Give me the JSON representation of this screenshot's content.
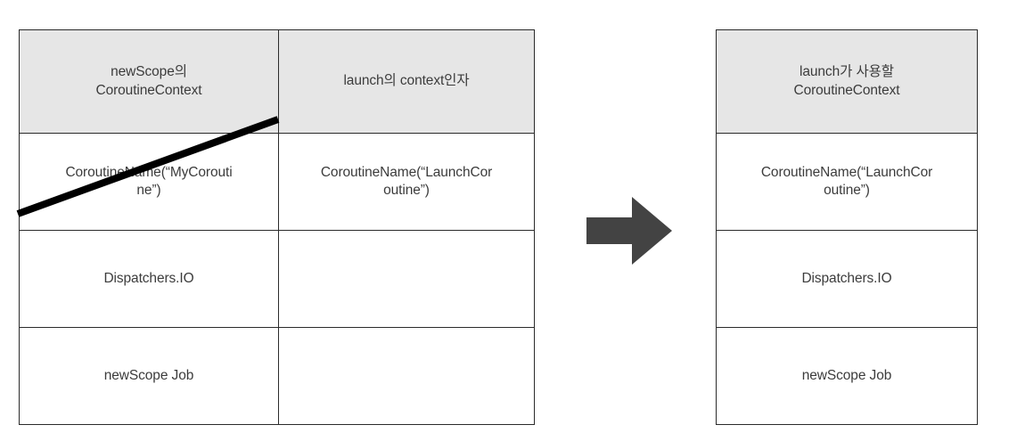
{
  "diagram": {
    "title": "CoroutineContext merge diagram",
    "colors": {
      "header_background": "#e6e6e6",
      "border": "#2b2b2b",
      "text": "#3c3c3c",
      "arrow": "#434343",
      "strike_line": "#000000",
      "page_background": "#ffffff"
    },
    "left_table": {
      "name": "newScope-context-vs-launch-argument",
      "headers": [
        "newScope의\nCoroutineContext",
        "launch의 context인자"
      ],
      "header_lines": [
        [
          "newScope의",
          "CoroutineContext"
        ],
        [
          "launch의 context인자"
        ]
      ],
      "rows": [
        {
          "left": "CoroutineName(“MyCorouti\nne”)",
          "left_lines": [
            "CoroutineName(“MyCorouti",
            "ne”)"
          ],
          "left_struck": true,
          "right": "CoroutineName(“LaunchCor\noutine”)",
          "right_lines": [
            "CoroutineName(“LaunchCor",
            "outine”)"
          ]
        },
        {
          "left": "Dispatchers.IO",
          "left_lines": [
            "Dispatchers.IO"
          ],
          "left_struck": false,
          "right": "",
          "right_lines": [
            ""
          ]
        },
        {
          "left": "newScope Job",
          "left_lines": [
            "newScope Job"
          ],
          "left_struck": false,
          "right": "",
          "right_lines": [
            ""
          ]
        }
      ]
    },
    "arrow": {
      "icon": "right-arrow-icon",
      "direction": "right",
      "color": "#434343"
    },
    "right_table": {
      "name": "launch-effective-context",
      "headers": [
        "launch가 사용할\nCoroutineContext"
      ],
      "header_lines": [
        [
          "launch가 사용할",
          "CoroutineContext"
        ]
      ],
      "rows": [
        {
          "value": "CoroutineName(“LaunchCor\noutine”)",
          "lines": [
            "CoroutineName(“LaunchCor",
            "outine”)"
          ]
        },
        {
          "value": "Dispatchers.IO",
          "lines": [
            "Dispatchers.IO"
          ]
        },
        {
          "value": "newScope Job",
          "lines": [
            "newScope Job"
          ]
        }
      ]
    }
  }
}
